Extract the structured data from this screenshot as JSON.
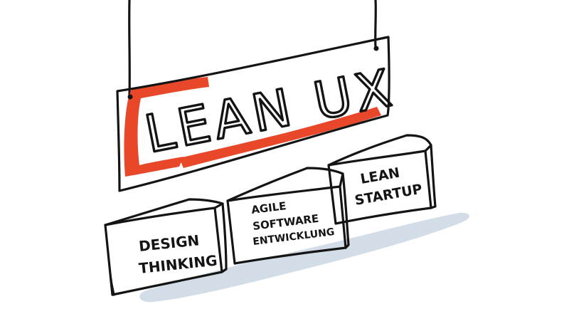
{
  "sign": {
    "title": "LEAN UX"
  },
  "blocks": [
    {
      "lines": [
        "DESIGN",
        "THINKING"
      ]
    },
    {
      "lines": [
        "AGILE",
        "SOFTWARE",
        "ENTWICKLUNG"
      ]
    },
    {
      "lines": [
        "LEAN",
        "STARTUP"
      ]
    }
  ],
  "colors": {
    "ink": "#141414",
    "accent": "#e8472a",
    "shadow": "#d3dde8",
    "background": "#ffffff"
  }
}
